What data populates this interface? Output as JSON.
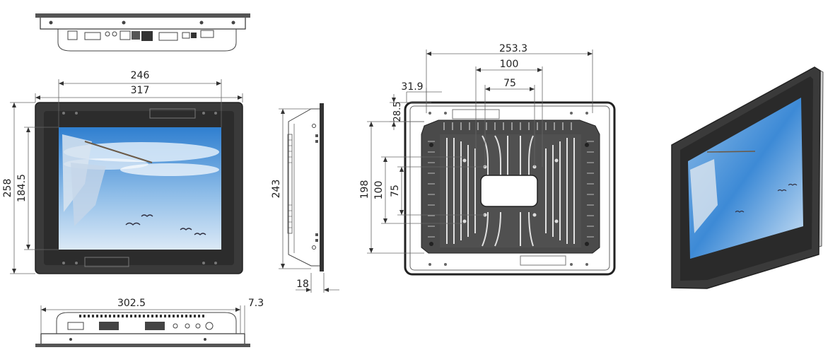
{
  "dimensions": {
    "front_inner_width": "246",
    "front_outer_width": "317",
    "front_height": "258",
    "front_screen_height": "184.5",
    "side_height": "243",
    "side_depth": "18",
    "bottom_width": "302.5",
    "bottom_offset": "7.3",
    "back_width": "253.3",
    "back_vesa_large": "100",
    "back_vesa_small": "75",
    "back_offset_x": "31.9",
    "back_offset_y": "28.5",
    "back_height": "198",
    "back_vesa_large_v": "100",
    "back_vesa_small_v": "75"
  },
  "colors": {
    "bezel": "#3a3a3a",
    "bezel_dark": "#2a2a2a",
    "sky_top": "#2f7fd0",
    "sky_bottom": "#cfe3f5",
    "line": "#444444"
  }
}
